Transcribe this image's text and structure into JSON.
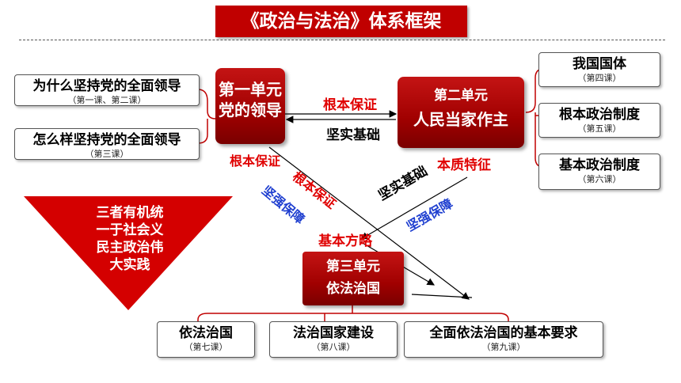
{
  "title": "《政治与法治》体系框架",
  "units": {
    "unit1": {
      "line1": "第一单元",
      "line2": "党的领导"
    },
    "unit2": {
      "line1": "第二单元",
      "line2": "人民当家作主"
    },
    "unit3": {
      "line1": "第三单元",
      "line2": "依法治国"
    }
  },
  "left_boxes": [
    {
      "title": "为什么坚持党的全面领导",
      "lesson": "（第一课、第二课）"
    },
    {
      "title": "怎么样坚持党的全面领导",
      "lesson": "（第三课）"
    }
  ],
  "right_boxes": [
    {
      "title": "我国国体",
      "lesson": "（第四课）"
    },
    {
      "title": "根本政治制度",
      "lesson": "（第五课）"
    },
    {
      "title": "基本政治制度",
      "lesson": "（第六课）"
    }
  ],
  "bottom_boxes": [
    {
      "title": "依法治国",
      "lesson": "（第七课）"
    },
    {
      "title": "法治国家建设",
      "lesson": "（第八课）"
    },
    {
      "title": "全面依法治国的基本要求",
      "lesson": "（第九课）"
    }
  ],
  "triangle_text": [
    "三者有机统",
    "一于社会义",
    "民主政治伟",
    "大实践"
  ],
  "relation_labels": {
    "u1_to_u2": "根本保证",
    "u2_to_u1": "坚实基础",
    "u1_below": "根本保证",
    "diag_red": "根本保证",
    "diag_blue_left": "坚强保障",
    "diag_black": "坚实基础",
    "u2_below": "本质特征",
    "diag_blue_right": "坚强保障",
    "u3_above": "基本方略"
  },
  "colors": {
    "accent_red": "#c00000",
    "label_red": "#e00000",
    "label_blue": "#1f3fd0"
  }
}
